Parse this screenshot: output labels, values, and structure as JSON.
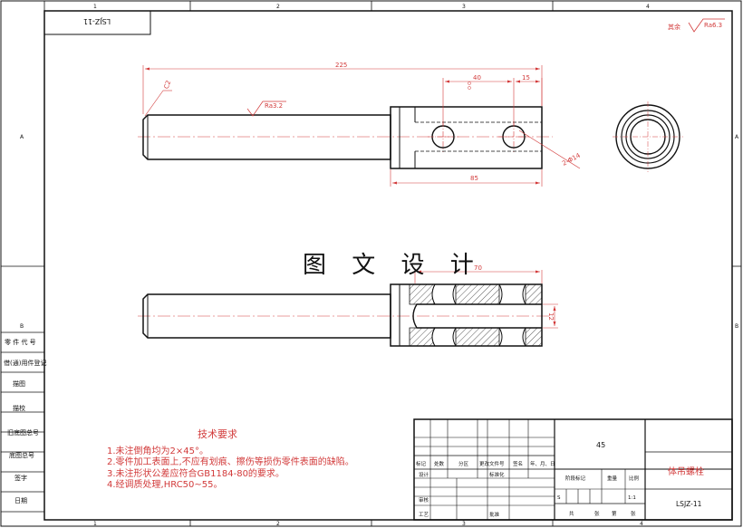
{
  "frame": {
    "top_zones": [
      "1",
      "2",
      "3",
      "4"
    ],
    "side_zones": [
      "A",
      "B"
    ],
    "drawing_code_rotated": "LSJZ-11"
  },
  "left_strip": [
    "零 件 代 号",
    "借(通)用件登记",
    "描图",
    "描校",
    "旧底图总号",
    "底图总号",
    "签字",
    "日期"
  ],
  "roughness": {
    "other": "其余",
    "other_value": "Ra6.3",
    "shaft_value": "Ra3.2"
  },
  "dimensions": {
    "overall_length": "225",
    "chamfer": "C2",
    "hole_pitch": "40",
    "end_to_hole": "15",
    "fork_length": "85",
    "holes": "2-Φ14",
    "slot_length": "70",
    "slot_width": "12"
  },
  "watermark": "图 文 设 计",
  "tech_requirements": {
    "title": "技术要求",
    "items": [
      "1.未注倒角均为2×45°。",
      "2.零件加工表面上,不应有划痕、擦伤等损伤零件表面的缺陷。",
      "3.未注形状公差应符合GB1184-80的要求。",
      "4.经调质处理,HRC50~55。"
    ]
  },
  "title_block": {
    "material": "45",
    "part_name": "体吊螺栓",
    "drawing_number": "LSJZ-11",
    "scale": "1:1",
    "sheet_s": "S",
    "rev_headers": [
      "标记",
      "处数",
      "分区",
      "更改文件号",
      "签名",
      "年、月、日"
    ],
    "design": "设计",
    "standardize": "标准化",
    "stage_mark": "阶段标记",
    "weight": "重量",
    "scale_label": "比例",
    "review": "审核",
    "process": "工艺",
    "approve": "批准",
    "total": "共",
    "sheets": "张",
    "page": "第",
    "sheet_unit": "张"
  }
}
